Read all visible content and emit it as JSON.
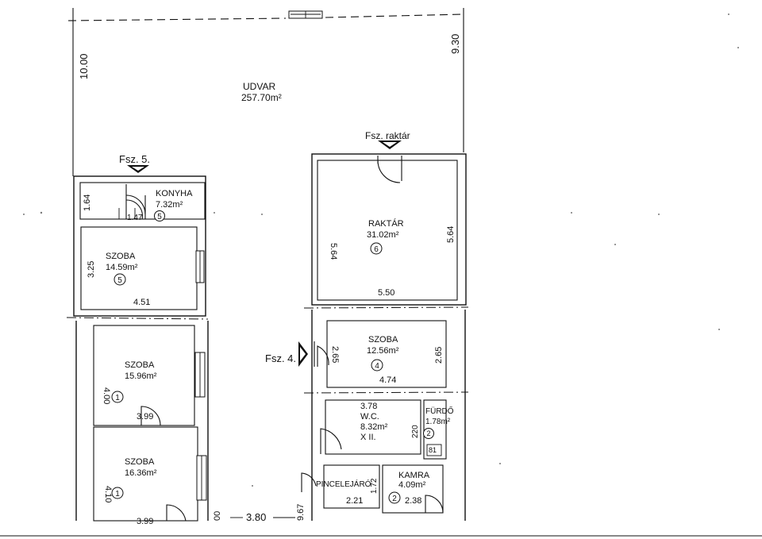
{
  "courtyard": {
    "name": "UDVAR",
    "area": "257.70m²"
  },
  "dimensions": {
    "left_wall": "10.00",
    "right_wall": "9.30",
    "bottom_width": "3.80",
    "bottom_left": "00",
    "bottom_right": "9.67",
    "raktar_left": "5.64",
    "raktar_right": "5.64",
    "raktar_bottom": "5.50",
    "konyha_height": "1.64",
    "konyha_door": "1.47",
    "szoba5_height": "3.25",
    "szoba5_width": "4.51",
    "szoba1a_height": "4.00",
    "szoba1a_width": "3.99",
    "szoba1b_height": "4.10",
    "szoba1b_width": "3.99",
    "szoba4_left": "2.65",
    "szoba4_right": "2.65",
    "szoba4_width": "4.74",
    "wc_top": "3.78",
    "wc_right": "220",
    "pince_right": "1.72",
    "pince_width": "2.21",
    "kamra_width": "2.38"
  },
  "entrances": {
    "fsz5": "Fsz. 5.",
    "fsz_raktar": "Fsz. raktár",
    "fsz4": "Fsz. 4."
  },
  "rooms": {
    "konyha": {
      "name": "KONYHA",
      "area": "7.32m²",
      "unit": "5"
    },
    "szoba5": {
      "name": "SZOBA",
      "area": "14.59m²",
      "unit": "5"
    },
    "raktar": {
      "name": "RAKTÁR",
      "area": "31.02m²",
      "unit": "6"
    },
    "szoba1a": {
      "name": "SZOBA",
      "area": "15.96m²",
      "unit": "1"
    },
    "szoba1b": {
      "name": "SZOBA",
      "area": "16.36m²",
      "unit": "1"
    },
    "szoba4": {
      "name": "SZOBA",
      "area": "12.56m²",
      "unit": "4"
    },
    "wc": {
      "name": "W.C.",
      "area": "8.32m²",
      "note": "X II."
    },
    "furdo": {
      "name": "FÜRDŐ",
      "area": "1.78m²",
      "unit": "2"
    },
    "small81": {
      "name": "81"
    },
    "pincejaro": {
      "name": "PINCELEJÁRÓ"
    },
    "kamra": {
      "name": "KAMRA",
      "area": "4.09m²",
      "unit": "2"
    }
  }
}
